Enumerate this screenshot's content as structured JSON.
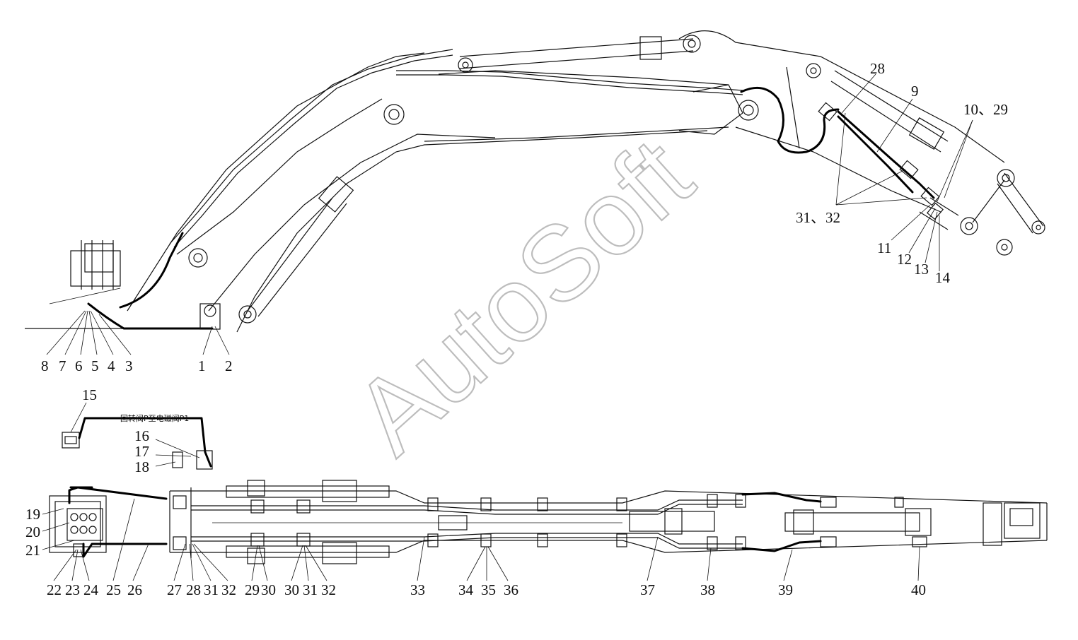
{
  "watermark": "AutoSoft",
  "hose_annotation": "回转阀P至电磁阀P1",
  "side_view_callouts": [
    {
      "id": "c8",
      "text": "8"
    },
    {
      "id": "c7",
      "text": "7"
    },
    {
      "id": "c6",
      "text": "6"
    },
    {
      "id": "c5",
      "text": "5"
    },
    {
      "id": "c4",
      "text": "4"
    },
    {
      "id": "c3",
      "text": "3"
    },
    {
      "id": "c1",
      "text": "1"
    },
    {
      "id": "c2",
      "text": "2"
    },
    {
      "id": "c28",
      "text": "28"
    },
    {
      "id": "c9",
      "text": "9"
    },
    {
      "id": "c10_29",
      "text": "10、29"
    },
    {
      "id": "c31_32",
      "text": "31、32"
    },
    {
      "id": "c11",
      "text": "11"
    },
    {
      "id": "c12",
      "text": "12"
    },
    {
      "id": "c13",
      "text": "13"
    },
    {
      "id": "c14",
      "text": "14"
    }
  ],
  "top_view_callouts": [
    {
      "id": "c15",
      "text": "15"
    },
    {
      "id": "c16",
      "text": "16"
    },
    {
      "id": "c17",
      "text": "17"
    },
    {
      "id": "c18",
      "text": "18"
    },
    {
      "id": "c19",
      "text": "19"
    },
    {
      "id": "c20",
      "text": "20"
    },
    {
      "id": "c21",
      "text": "21"
    },
    {
      "id": "b22",
      "text": "22"
    },
    {
      "id": "b23",
      "text": "23"
    },
    {
      "id": "b24",
      "text": "24"
    },
    {
      "id": "b25",
      "text": "25"
    },
    {
      "id": "b26",
      "text": "26"
    },
    {
      "id": "b27",
      "text": "27"
    },
    {
      "id": "b28",
      "text": "28"
    },
    {
      "id": "b31a",
      "text": "31"
    },
    {
      "id": "b32a",
      "text": "32"
    },
    {
      "id": "b29",
      "text": "29"
    },
    {
      "id": "b30a",
      "text": "30"
    },
    {
      "id": "b30b",
      "text": "30"
    },
    {
      "id": "b31b",
      "text": "31"
    },
    {
      "id": "b32b",
      "text": "32"
    },
    {
      "id": "b33",
      "text": "33"
    },
    {
      "id": "b34",
      "text": "34"
    },
    {
      "id": "b35",
      "text": "35"
    },
    {
      "id": "b36",
      "text": "36"
    },
    {
      "id": "b37",
      "text": "37"
    },
    {
      "id": "b38",
      "text": "38"
    },
    {
      "id": "b39",
      "text": "39"
    },
    {
      "id": "b40",
      "text": "40"
    }
  ]
}
